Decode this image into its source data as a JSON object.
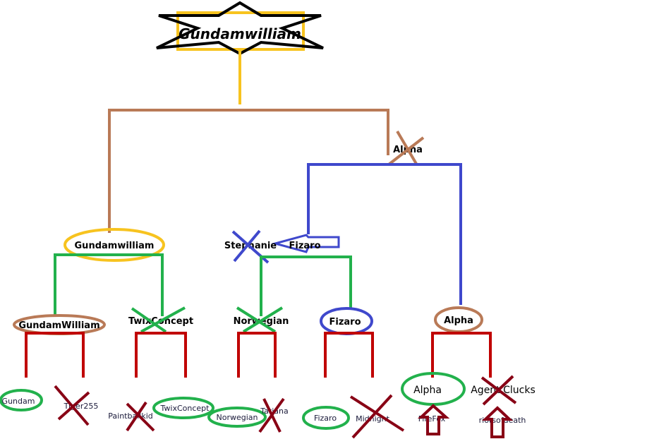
{
  "title": "Gundamwilliam",
  "colors": {
    "gold": "#f7c31f",
    "brown": "#b97a57",
    "blue": "#3f48cc",
    "green": "#22b14c",
    "red": "#c00000",
    "darkred": "#880015"
  },
  "final": {
    "left": "Gundamwilliam",
    "right": "Alpha"
  },
  "semifinal": {
    "stephanie": "Stephanie",
    "fizaro": "Fizaro"
  },
  "quarterfinal": [
    "GundamWilliam",
    "TwixConcept",
    "Norwegian",
    "Fizaro",
    "Alpha"
  ],
  "round1": [
    "Gundam",
    "Tiger255",
    "Paintballkid",
    "TwixConcept",
    "Norwegian",
    "Tatiana",
    "Fizaro",
    "Midnight",
    "Alpha",
    "Agent Clucks",
    "FireFox",
    "riotsofdeath"
  ]
}
